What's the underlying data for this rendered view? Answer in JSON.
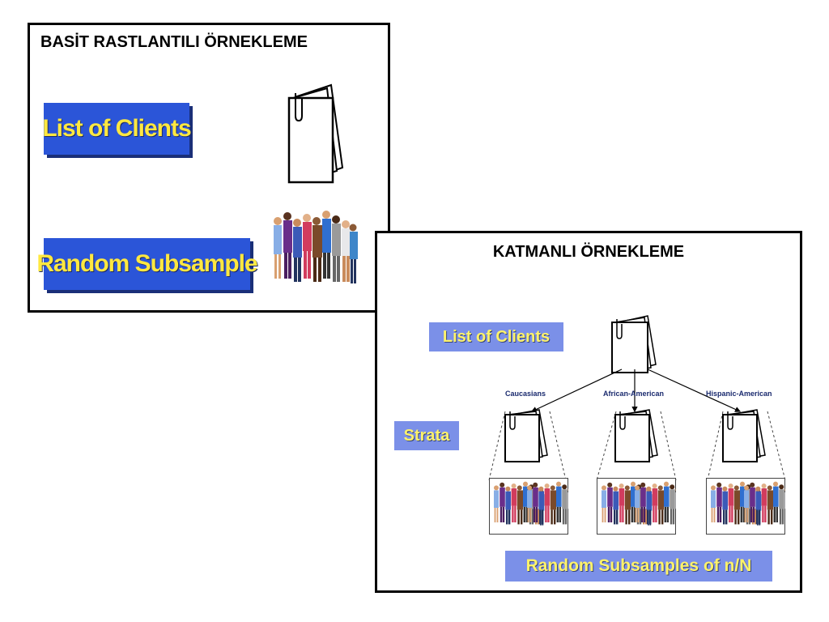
{
  "simple_panel": {
    "title": "BASİT RASTLANTILI ÖRNEKLEME",
    "list_label": "List of Clients",
    "random_label": "Random Subsample",
    "document_icon": "document-stack-icon",
    "people_icon": "crowd-people-icon"
  },
  "stratified_panel": {
    "title": "KATMANLI  ÖRNEKLEME",
    "list_label": "List of Clients",
    "strata_label": "Strata",
    "random_label": "Random Subsamples of n/N",
    "strata": [
      {
        "label": "Caucasians"
      },
      {
        "label": "African-American"
      },
      {
        "label": "Hispanic-American"
      }
    ]
  },
  "colors": {
    "button_blue": "#2b55d8",
    "button_text_yellow": "#ffe840",
    "light_button_blue": "#7b90e8",
    "border": "#000000"
  }
}
